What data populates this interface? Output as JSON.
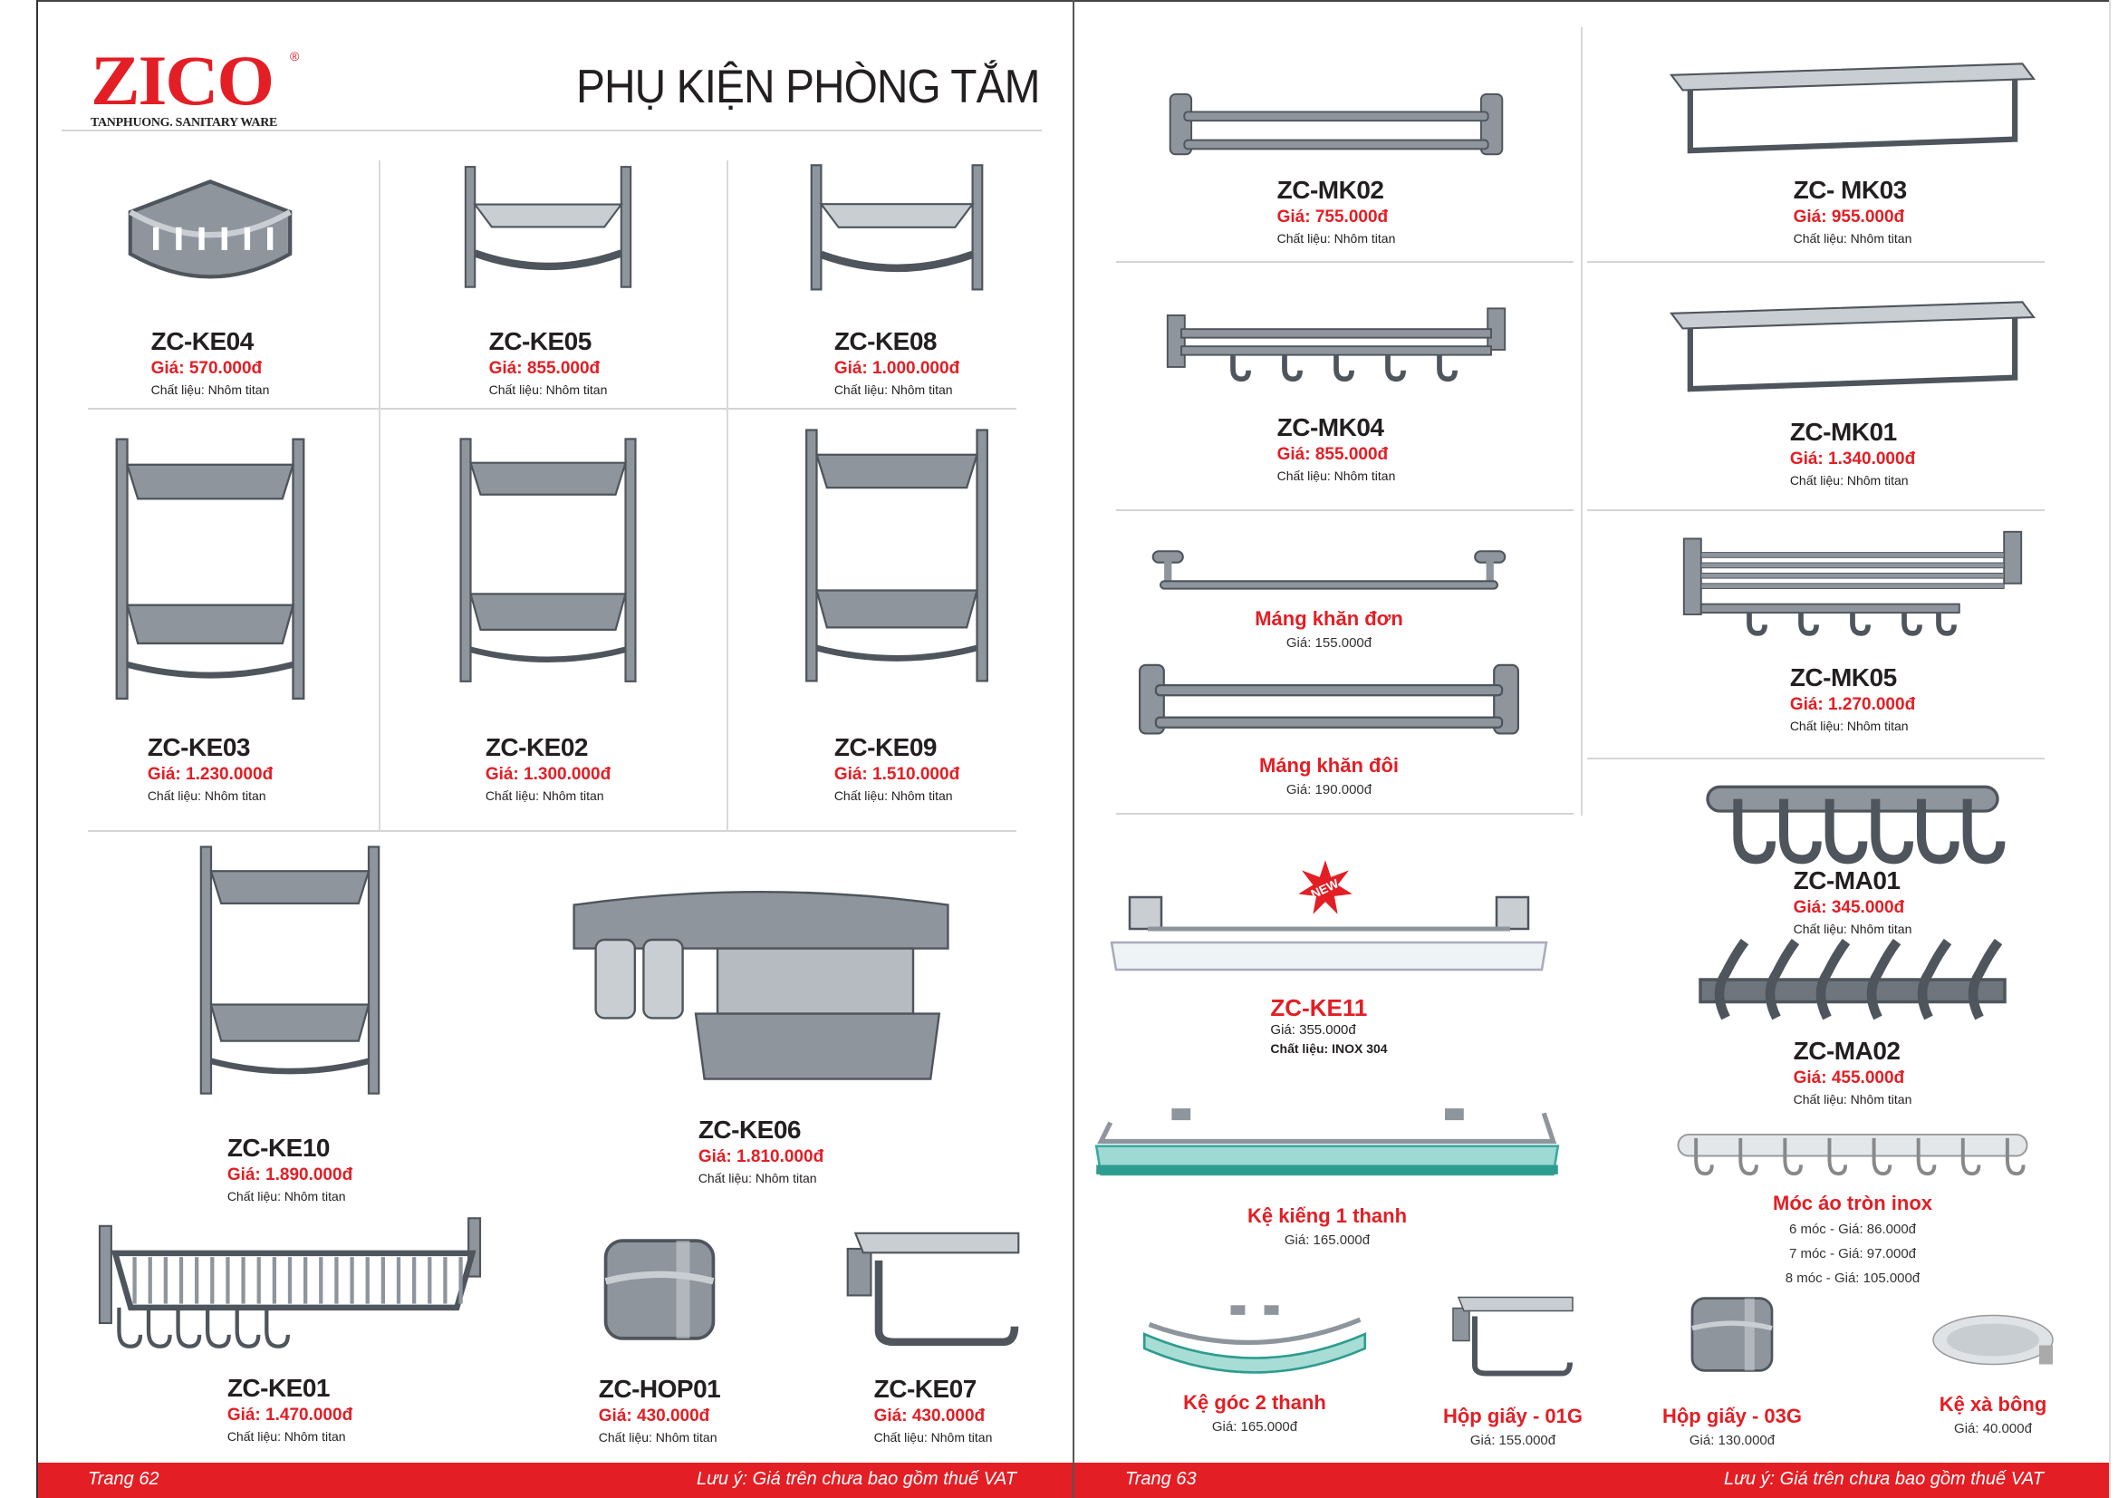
{
  "brand": {
    "name": "ZICO",
    "registered": "®",
    "tagline": "TANPHUONG. SANITARY WARE",
    "color": "#e31e24"
  },
  "title": "PHỤ KIỆN PHÒNG TẮM",
  "left": {
    "products": [
      {
        "name": "ZC-KE04",
        "price": "Giá: 570.000đ",
        "material": "Chất liệu: Nhôm titan"
      },
      {
        "name": "ZC-KE05",
        "price": "Giá: 855.000đ",
        "material": "Chất liệu: Nhôm titan"
      },
      {
        "name": "ZC-KE08",
        "price": "Giá: 1.000.000đ",
        "material": "Chất liệu: Nhôm titan"
      },
      {
        "name": "ZC-KE03",
        "price": "Giá: 1.230.000đ",
        "material": "Chất liệu: Nhôm titan"
      },
      {
        "name": "ZC-KE02",
        "price": "Giá: 1.300.000đ",
        "material": "Chất liệu: Nhôm titan"
      },
      {
        "name": "ZC-KE09",
        "price": "Giá: 1.510.000đ",
        "material": "Chất liệu: Nhôm titan"
      },
      {
        "name": "ZC-KE10",
        "price": "Giá: 1.890.000đ",
        "material": "Chất liệu: Nhôm titan"
      },
      {
        "name": "ZC-KE06",
        "price": "Giá: 1.810.000đ",
        "material": "Chất liệu: Nhôm titan"
      },
      {
        "name": "ZC-KE01",
        "price": "Giá: 1.470.000đ",
        "material": "Chất liệu: Nhôm titan"
      },
      {
        "name": "ZC-HOP01",
        "price": "Giá: 430.000đ",
        "material": "Chất liệu: Nhôm titan"
      },
      {
        "name": "ZC-KE07",
        "price": "Giá: 430.000đ",
        "material": "Chất liệu: Nhôm titan"
      }
    ],
    "footer": {
      "page": "Trang 62",
      "note": "Lưu ý: Giá trên chưa bao gồm thuế VAT"
    }
  },
  "right": {
    "products": [
      {
        "name": "ZC-MK02",
        "price": "Giá: 755.000đ",
        "material": "Chất liệu: Nhôm titan"
      },
      {
        "name": "ZC- MK03",
        "price": "Giá: 955.000đ",
        "material": "Chất liệu: Nhôm titan"
      },
      {
        "name": "ZC-MK04",
        "price": "Giá: 855.000đ",
        "material": "Chất liệu: Nhôm titan"
      },
      {
        "name": "ZC-MK01",
        "price": "Giá: 1.340.000đ",
        "material": "Chất liệu: Nhôm titan"
      },
      {
        "name": "ZC-MK05",
        "price": "Giá: 1.270.000đ",
        "material": "Chất liệu: Nhôm titan"
      },
      {
        "name": "ZC-MA01",
        "price": "Giá: 345.000đ",
        "material": "Chất liệu: Nhôm titan"
      },
      {
        "name": "ZC-MA02",
        "price": "Giá: 455.000đ",
        "material": "Chất liệu: Nhôm titan"
      },
      {
        "name": "ZC-KE11",
        "price": "Giá: 355.000đ",
        "material": "Chất liệu: INOX 304",
        "badge": "NEW"
      }
    ],
    "simple": [
      {
        "name": "Máng khăn đơn",
        "price": "Giá: 155.000đ"
      },
      {
        "name": "Máng khăn đôi",
        "price": "Giá: 190.000đ"
      },
      {
        "name": "Kệ kiếng 1 thanh",
        "price": "Giá: 165.000đ"
      },
      {
        "name": "Kệ góc 2 thanh",
        "price": "Giá: 165.000đ"
      },
      {
        "name": "Hộp giấy - 01G",
        "price": "Giá: 155.000đ"
      },
      {
        "name": "Hộp giấy - 03G",
        "price": "Giá: 130.000đ"
      },
      {
        "name": "Kệ xà bông",
        "price": "Giá: 40.000đ"
      }
    ],
    "hooks_round": {
      "name": "Móc áo tròn inox",
      "variants": [
        "6 móc - Giá: 86.000đ",
        "7 móc - Giá: 97.000đ",
        "8 móc - Giá: 105.000đ"
      ]
    },
    "footer": {
      "page": "Trang 63",
      "note": "Lưu ý: Giá trên chưa bao gồm thuế VAT"
    }
  }
}
